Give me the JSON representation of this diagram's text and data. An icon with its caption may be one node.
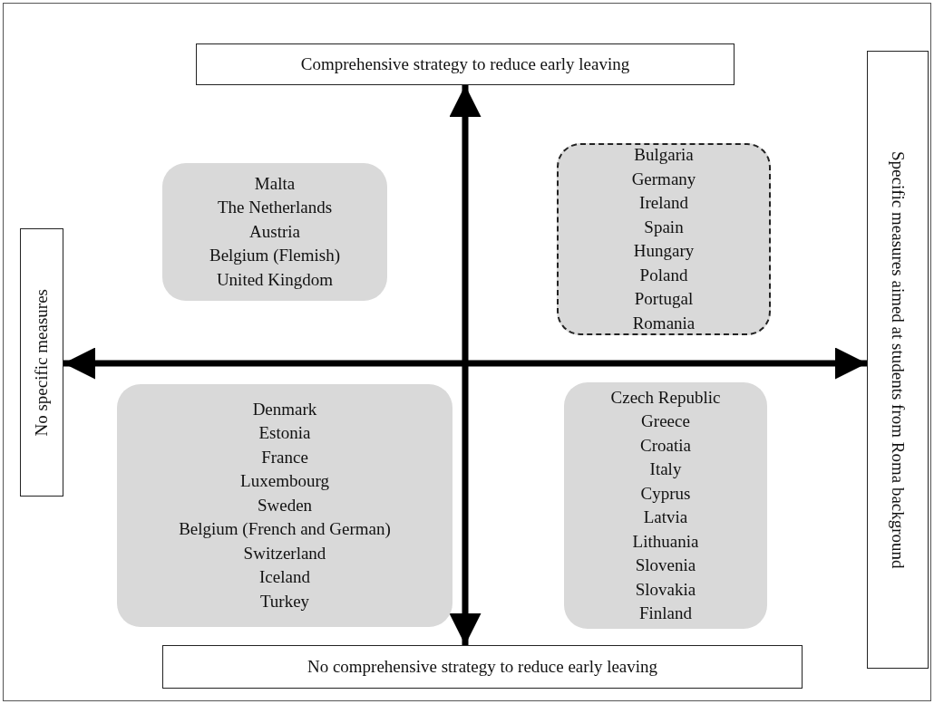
{
  "diagram": {
    "nodes": [
      {
        "text": [
          "Comprehensive strategy to reduce early leaving"
        ]
      },
      {
        "text": [
          "No specific measures"
        ]
      },
      {
        "text": [
          "Specific measures aimed at students from Roma background"
        ]
      },
      {
        "text": [
          "No comprehensive strategy to reduce early leaving"
        ]
      },
      {
        "text": [
          "Malta",
          "The Netherlands",
          "Austria",
          "Belgium (Flemish)",
          "United Kingdom"
        ]
      },
      {
        "text": [
          "Bulgaria",
          "Germany",
          "Ireland",
          "Spain",
          "Hungary",
          "Poland",
          "Portugal",
          "Romania"
        ]
      },
      {
        "text": [
          "Denmark",
          "Estonia",
          "France",
          "Luxembourg",
          "Sweden",
          "Belgium (French and German)",
          "Switzerland",
          "Iceland",
          "Turkey"
        ]
      },
      {
        "text": [
          "Czech Republic",
          "Greece",
          "Croatia",
          "Italy",
          "Cyprus",
          "Latvia",
          "Lithuania",
          "Slovenia",
          "Slovakia",
          "Finland"
        ]
      }
    ],
    "edges": [
      {
        "from": 0,
        "to": 3,
        "arrow": "both"
      },
      {
        "from": 1,
        "to": 2,
        "arrow": "both"
      }
    ]
  }
}
